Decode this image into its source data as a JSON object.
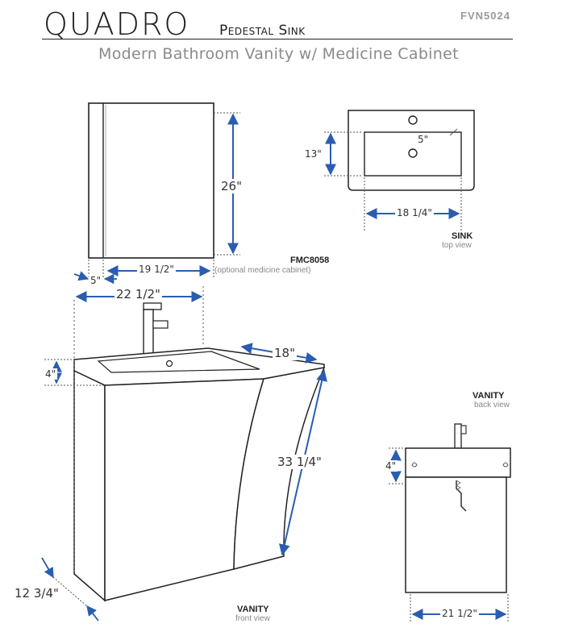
{
  "header": {
    "brand": "QUADRO",
    "product_type": "Pedestal Sink",
    "model_number": "FVN5024",
    "description": "Modern Bathroom Vanity w/ Medicine Cabinet"
  },
  "cabinet": {
    "model": "FMC8058",
    "note": "(optional medicine cabinet)",
    "height": "26\"",
    "width": "19 1/2\"",
    "depth": "5\""
  },
  "sink": {
    "label": "SINK",
    "view": "top view",
    "depth": "13\"",
    "width": "18 1/4\"",
    "drain_offset": "5\""
  },
  "vanity_front": {
    "label": "VANITY",
    "view": "front view",
    "width": "22 1/2\"",
    "depth": "18\"",
    "height": "33 1/4\"",
    "rim": "4\"",
    "base_depth": "12 3/4\""
  },
  "vanity_back": {
    "label": "VANITY",
    "view": "back view",
    "rim": "4\"",
    "width": "21 1/2\""
  },
  "colors": {
    "dimension_arrow": "#2a5db0",
    "outline": "#222222",
    "muted_text": "#8a8a8a"
  }
}
